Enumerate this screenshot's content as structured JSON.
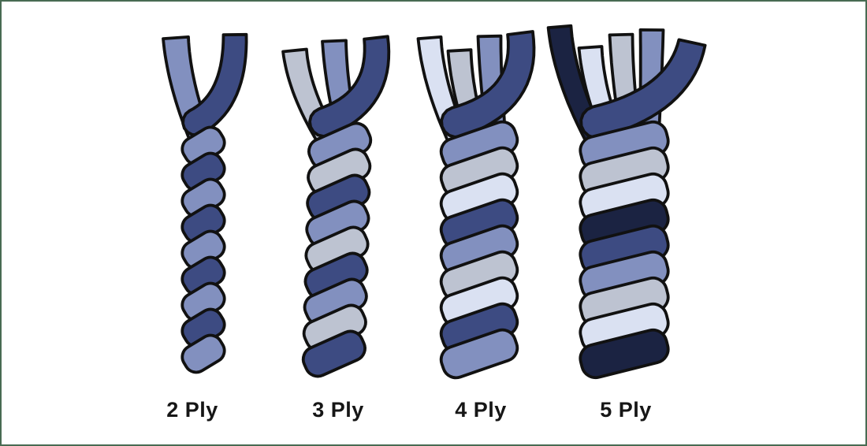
{
  "figure": {
    "title": "Yarn ply comparison diagram",
    "background": "#ffffff",
    "border_color": "#486b52",
    "outline_color": "#111111",
    "label_color": "#161616"
  },
  "palette": {
    "navy": "#3d4b82",
    "periwinkle": "#8290bf",
    "gray": "#bdc3d1",
    "lavender": "#dae1f2",
    "dark_navy": "#1b2342"
  },
  "ropes": [
    {
      "label": "2 Ply",
      "ply": 2,
      "strand_colors": [
        "periwinkle",
        "navy"
      ]
    },
    {
      "label": "3 Ply",
      "ply": 3,
      "strand_colors": [
        "gray",
        "periwinkle",
        "navy"
      ]
    },
    {
      "label": "4 Ply",
      "ply": 4,
      "strand_colors": [
        "lavender",
        "gray",
        "periwinkle",
        "navy"
      ]
    },
    {
      "label": "5 Ply",
      "ply": 5,
      "strand_colors": [
        "dark_navy",
        "lavender",
        "gray",
        "periwinkle",
        "navy"
      ]
    }
  ]
}
